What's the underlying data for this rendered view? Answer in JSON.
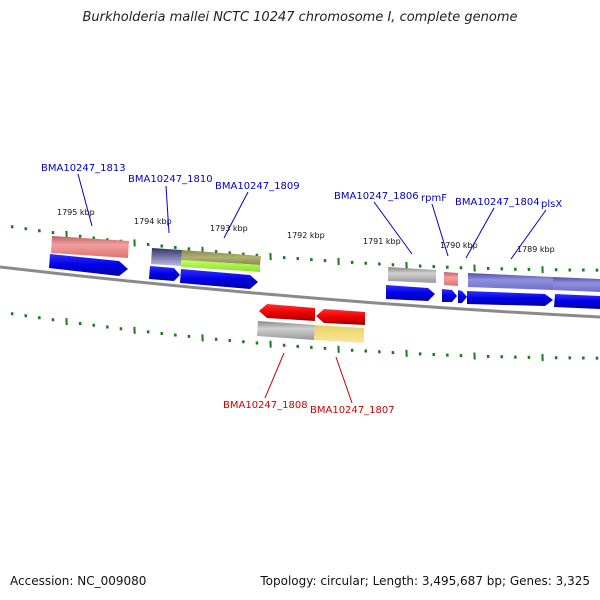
{
  "title": "Burkholderia mallei NCTC 10247 chromosome I, complete genome",
  "footer": {
    "accession": "Accession: NC_009080",
    "summary": "Topology: circular; Length: 3,495,687 bp; Genes: 3,325"
  },
  "colors": {
    "backbone": "#8a8a8a",
    "tick": "#1a7a1a",
    "forward_label": "#0000cc",
    "reverse_label": "#cc0000",
    "forward_cds": "#0000ee",
    "reverse_cds": "#ee0000"
  },
  "scale_labels": [
    "1795 kbp",
    "1794 kbp",
    "1793 kbp",
    "1792 kbp",
    "1791 kbp",
    "1790 kbp",
    "1789 kbp"
  ],
  "forward_genes": [
    {
      "label": "BMA10247_1813",
      "cds_color": "#0000ee",
      "feature_color": "#e88080"
    },
    {
      "label": "BMA10247_1810",
      "cds_color": "#0000ee",
      "feature_color": "#555588"
    },
    {
      "label": "BMA10247_1809",
      "cds_color": "#0000ee",
      "feature_color": "#a0a060"
    },
    {
      "label": "BMA10247_1806",
      "cds_color": "#0000ee",
      "feature_color": "#a0a0a0"
    },
    {
      "label": "rpmF",
      "cds_color": "#0000ee",
      "feature_color": "#e88080"
    },
    {
      "label": "BMA10247_1804",
      "cds_color": "#0000ee",
      "feature_color": "#7070cc"
    },
    {
      "label": "plsX",
      "cds_color": "#0000ee",
      "feature_color": "#7070cc"
    }
  ],
  "reverse_genes": [
    {
      "label": "BMA10247_1808",
      "cds_color": "#ee0000",
      "feature_color": "#a0a0a0"
    },
    {
      "label": "BMA10247_1807",
      "cds_color": "#ee0000",
      "feature_color": "#e8d880"
    }
  ]
}
